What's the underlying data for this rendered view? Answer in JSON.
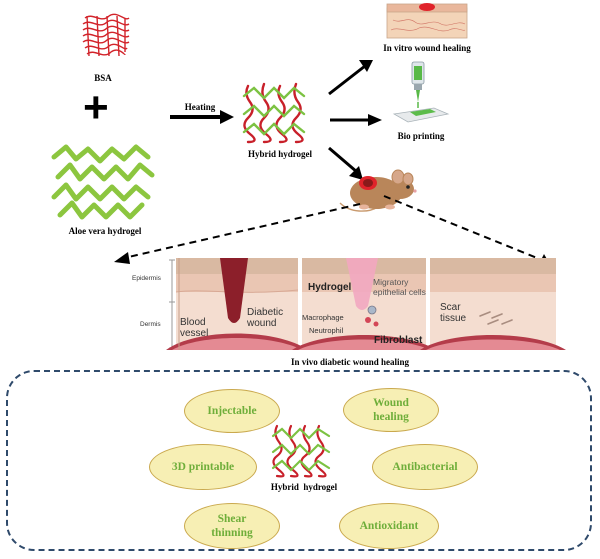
{
  "inputs": {
    "bsa": "BSA",
    "plus": "+",
    "aloe": "Aloe vera hydrogel"
  },
  "process": {
    "heating": "Heating",
    "hybrid": "Hybrid hydrogel"
  },
  "outputs": {
    "in_vitro": "In vitro wound healing",
    "bioprinting": "Bio printing"
  },
  "in_vivo": {
    "title": "In vivo diabetic wound healing",
    "layer_epidermis": "Epidermis",
    "layer_dermis": "Dermis",
    "panel1": {
      "blood_vessel": "Blood\nvessel",
      "diabetic_wound": "Diabetic\nwound"
    },
    "panel2": {
      "hydrogel": "Hydrogel",
      "migratory": "Migratory\nepithelial cells",
      "macrophage": "Macrophage",
      "neutrophil": "Neutrophil",
      "fibroblast": "Fibroblast"
    },
    "panel3": {
      "scar_tissue": "Scar\ntissue"
    }
  },
  "properties": {
    "items": [
      "Injectable",
      "Wound\nhealing",
      "3D printable",
      "Antibacterial",
      "Shear\nthinning",
      "Antioxidant"
    ],
    "center_label": "Hybrid  hydrogel"
  },
  "colors": {
    "fiber_red": "#c8202a",
    "fiber_green": "#7cc242",
    "ellipse_fill": "#f7efb4",
    "ellipse_text": "#6fae3a",
    "box_border": "#2f4a6b"
  }
}
